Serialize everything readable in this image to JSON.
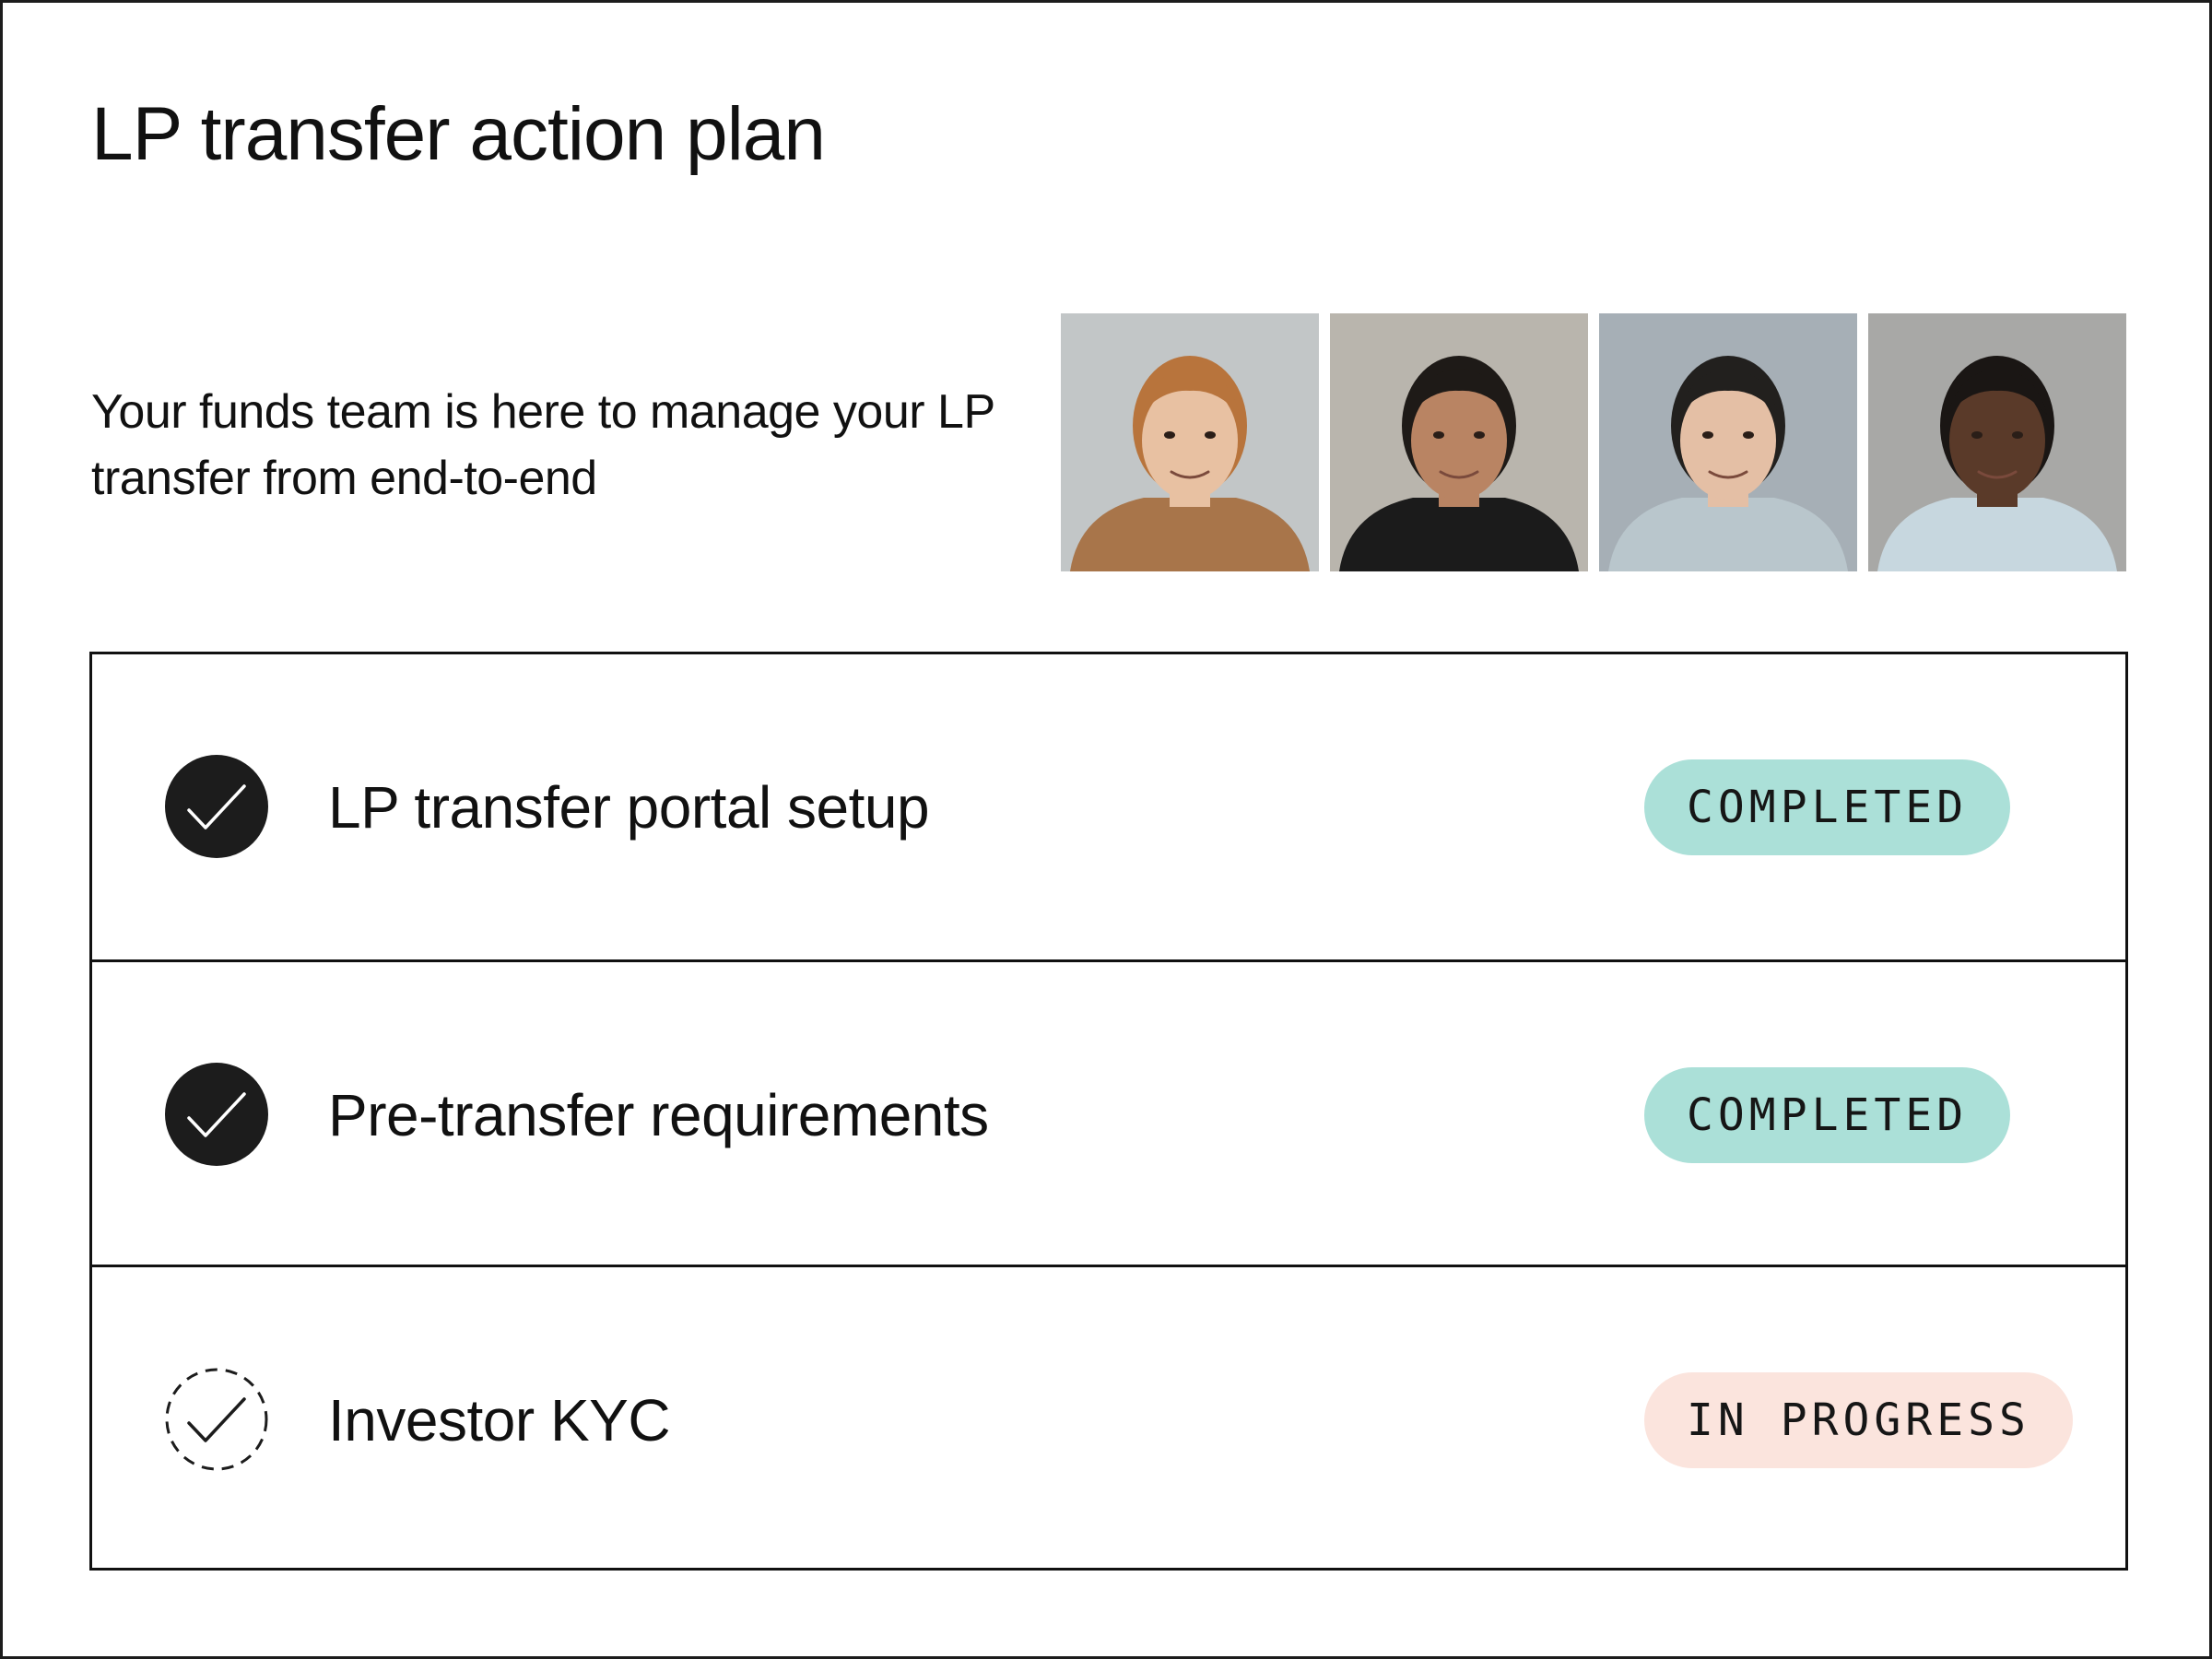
{
  "header": {
    "title": "LP transfer action plan"
  },
  "team": {
    "description": "Your funds team is here to manage your LP transfer from end-to-end",
    "members": [
      {
        "photo": "portrait-photo",
        "bg": "#c2c6c7",
        "skin": "#e8c1a2",
        "hair": "#b8743c",
        "shirt": "#a8754a"
      },
      {
        "photo": "portrait-photo",
        "bg": "#b9b5ad",
        "skin": "#b98463",
        "hair": "#1e1a17",
        "shirt": "#1b1b1b"
      },
      {
        "photo": "portrait-photo",
        "bg": "#a6afb6",
        "skin": "#e4bfa5",
        "hair": "#22201e",
        "shirt": "#b9c6cc"
      },
      {
        "photo": "portrait-photo",
        "bg": "#a8a8a6",
        "skin": "#5a3a29",
        "hair": "#1a1614",
        "shirt": "#c7d7df"
      }
    ]
  },
  "steps": [
    {
      "label": "LP transfer portal setup",
      "status": "COMPLETED",
      "state": "done",
      "icon": "check-circle-filled-icon",
      "badge_color": "#abe0d8"
    },
    {
      "label": "Pre-transfer requirements",
      "status": "COMPLETED",
      "state": "done",
      "icon": "check-circle-filled-icon",
      "badge_color": "#abe0d8"
    },
    {
      "label": "Investor KYC",
      "status": "IN PROGRESS",
      "state": "pending",
      "icon": "check-circle-dashed-icon",
      "badge_color": "#fbe4dd"
    }
  ],
  "colors": {
    "text": "#111111",
    "check_fill": "#1c1c1c",
    "border": "#111111"
  }
}
